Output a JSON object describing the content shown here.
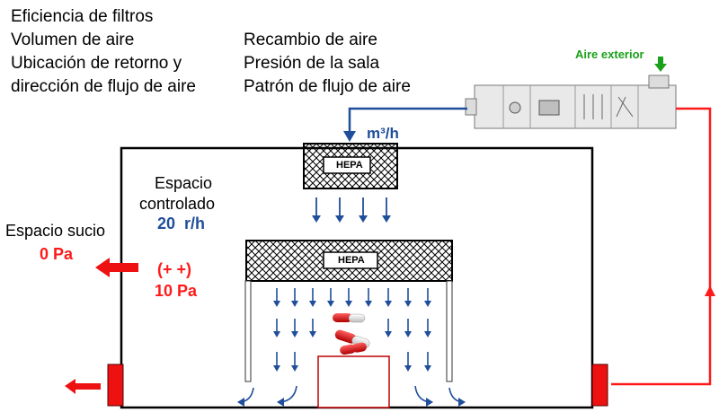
{
  "left_list": [
    "Eficiencia de filtros",
    "Volumen de aire",
    "Ubicación de retorno y",
    "dirección de flujo de aire"
  ],
  "right_list": [
    "Recambio de aire",
    "Presión de la sala",
    "Patrón de flujo de aire"
  ],
  "outside_air_label": "Aire exterior",
  "flow_unit_label": "m³/h",
  "filter_labels": {
    "top": "HEPA",
    "bottom": "HEPA"
  },
  "controlled_space": {
    "line1": "Espacio",
    "line2": "controlado",
    "rate": "20  r/h"
  },
  "dirty_space": {
    "label": "Espacio sucio",
    "pressure": "0 Pa"
  },
  "room_pressure": {
    "sign": "(+ +)",
    "value": "10 Pa"
  },
  "colors": {
    "supply": "#1f4e9a",
    "return": "#ff1a1a",
    "outside_air": "#1aa11a"
  },
  "icons": [
    "air-handler-unit-icon",
    "hepa-filter-icon",
    "capsule-icon",
    "airflow-arrow-icon",
    "down-arrow-icon"
  ]
}
